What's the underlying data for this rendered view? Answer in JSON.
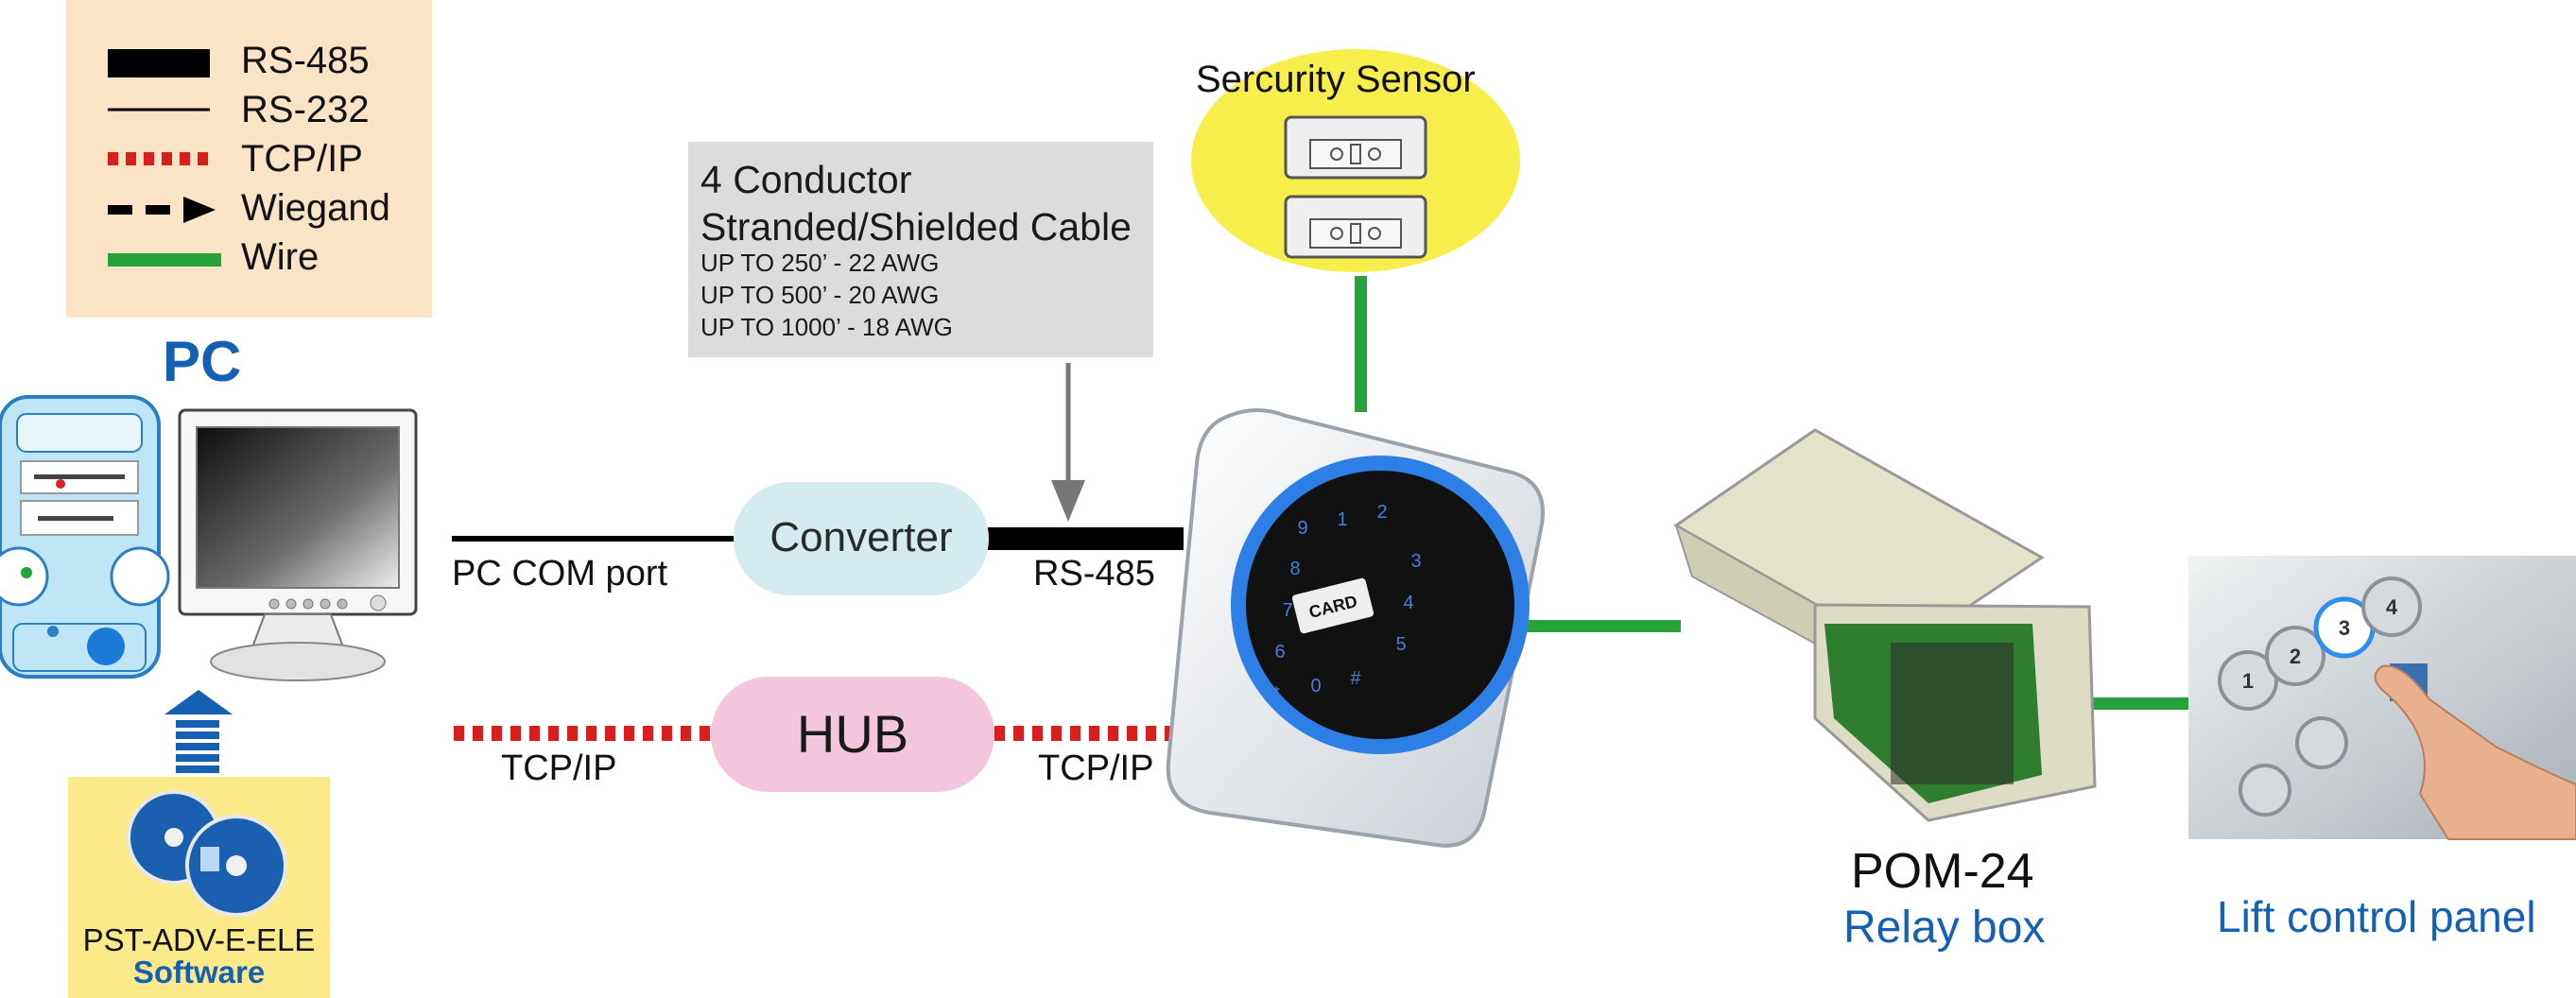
{
  "legend": {
    "items": [
      {
        "label": "RS-485",
        "style": "thick-black"
      },
      {
        "label": "RS-232",
        "style": "thin-black"
      },
      {
        "label": "TCP/IP",
        "style": "red-dotted"
      },
      {
        "label": "Wiegand",
        "style": "dashed-arrow"
      },
      {
        "label": "Wire",
        "style": "green"
      }
    ]
  },
  "pc": {
    "title": "PC"
  },
  "cable": {
    "title_line1": "4 Conductor",
    "title_line2": "Stranded/Shielded Cable",
    "spec1": "UP TO 250’ - 22 AWG",
    "spec2": "UP TO 500’ - 20 AWG",
    "spec3": "UP TO 1000’ - 18 AWG"
  },
  "converter": {
    "label": "Converter"
  },
  "hub": {
    "label": "HUB"
  },
  "connections": {
    "pc_com_port": "PC COM port",
    "rs485": "RS-485",
    "tcp_left": "TCP/IP",
    "tcp_right": "TCP/IP"
  },
  "sensor": {
    "title": "Sercurity Sensor"
  },
  "reader": {
    "card_label": "CARD",
    "keys": [
      "9",
      "1",
      "2",
      "8",
      "3",
      "7",
      "4",
      "6",
      "5",
      "*",
      "0",
      "#"
    ]
  },
  "software": {
    "line1": "PST-ADV-E-ELE",
    "line2": "Software"
  },
  "relay": {
    "model": "POM-24",
    "name": "Relay box"
  },
  "lift": {
    "label": "Lift control panel",
    "buttons": [
      "1",
      "2",
      "3",
      "4"
    ]
  },
  "colors": {
    "rs485": "#000000",
    "tcp": "#d91e1e",
    "wire": "#27a23a",
    "brand_blue": "#1660b4",
    "converter_fill": "#d4ecef",
    "hub_fill": "#f3c6dd",
    "sensor_fill": "#f8ee4b"
  }
}
